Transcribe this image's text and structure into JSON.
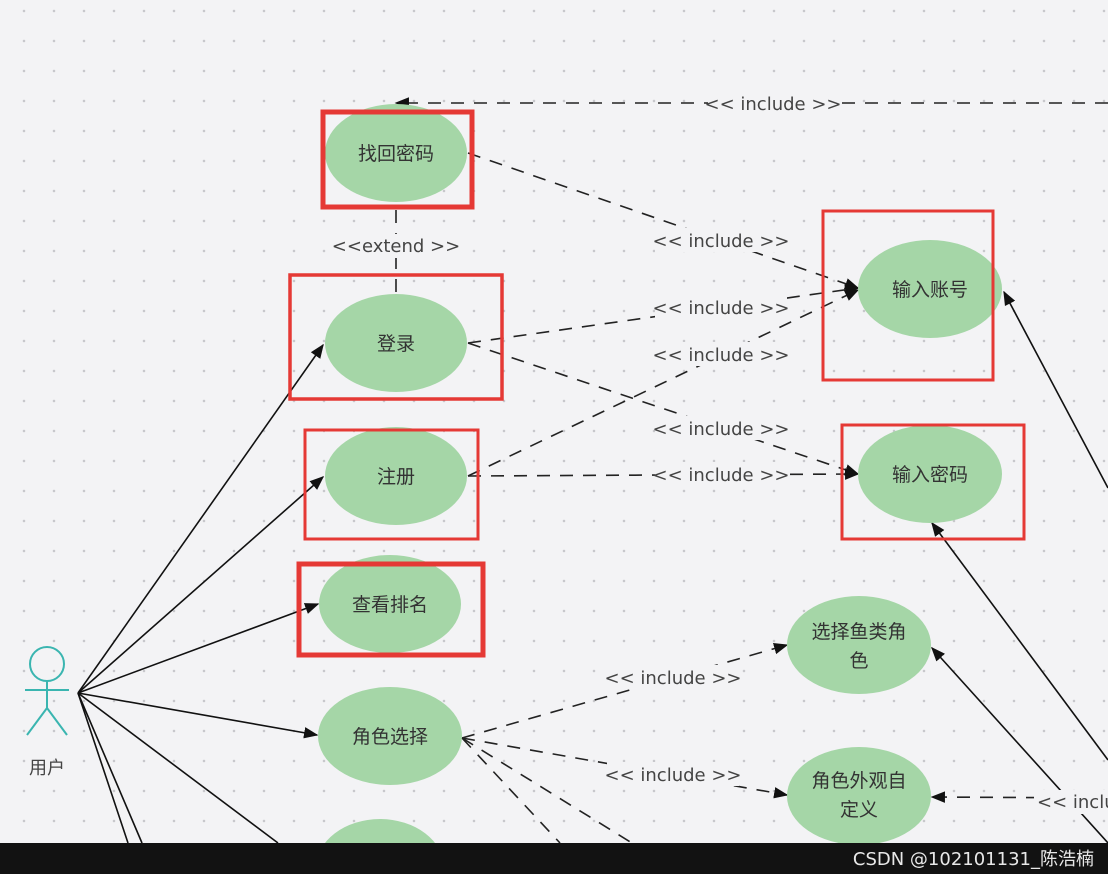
{
  "actor": {
    "label": "用户"
  },
  "use_cases": {
    "find_password": "找回密码",
    "login": "登录",
    "register": "注册",
    "view_ranking": "查看排名",
    "role_select": "角色选择",
    "input_account": "输入账号",
    "input_password": "输入密码",
    "select_fish_role_l1": "选择鱼类角",
    "select_fish_role_l2": "色",
    "custom_appearance_l1": "角色外观自",
    "custom_appearance_l2": "定义"
  },
  "relations": {
    "include_top": "<< include >>",
    "extend": "<<extend >>",
    "include_find_account": "<< include >>",
    "include_login_account": "<< include >>",
    "include_register_account": "<< include >>",
    "include_login_password": "<< include >>",
    "include_register_password": "<< include >>",
    "include_role_fish": "<< include >>",
    "include_role_appearance": "<< include >>",
    "include_partial_right": "<< inclu"
  },
  "watermark": "CSDN @102101131_陈浩楠",
  "colors": {
    "use_case_fill": "#a5d6a7",
    "actor_stroke": "#3ab5b0",
    "highlight_box": "#e53935",
    "background": "#f3f3f5"
  }
}
